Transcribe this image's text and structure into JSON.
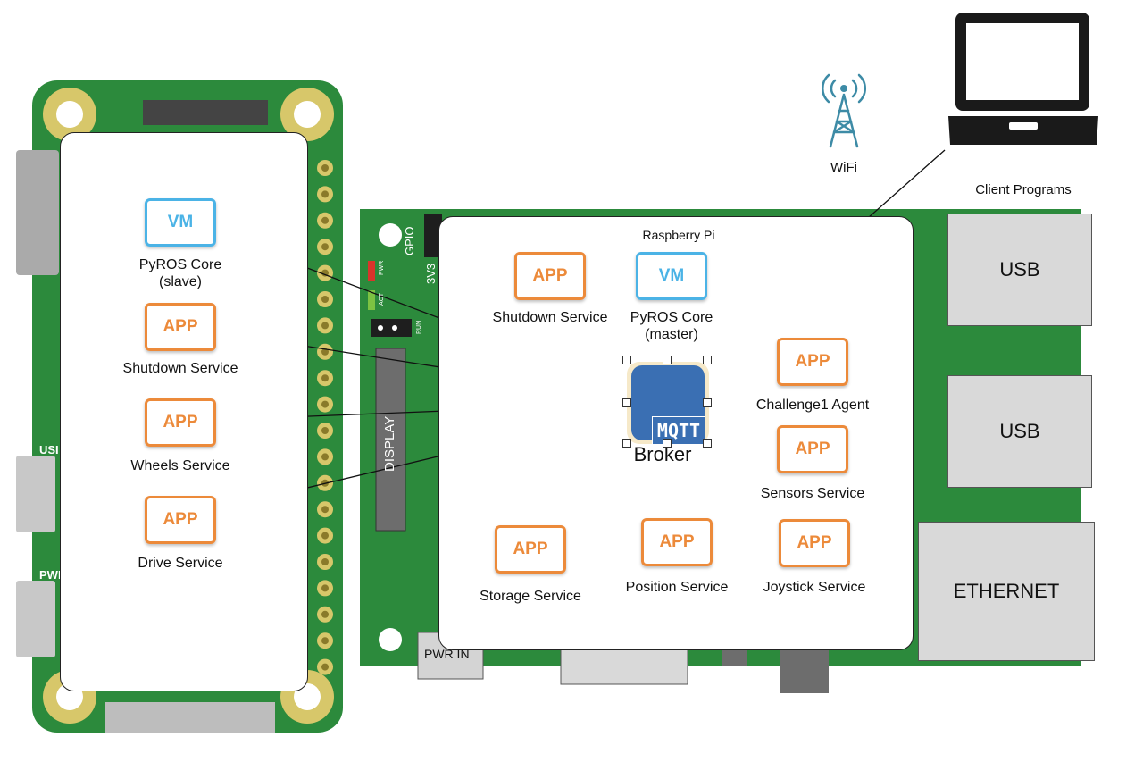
{
  "pi_zero": {
    "nodes": [
      {
        "kind": "vm",
        "badge": "VM",
        "label": [
          "PyROS Core",
          "(slave)"
        ]
      },
      {
        "kind": "app",
        "badge": "APP",
        "label": [
          "Shutdown Service"
        ]
      },
      {
        "kind": "app",
        "badge": "APP",
        "label": [
          "Wheels Service"
        ]
      },
      {
        "kind": "app",
        "badge": "APP",
        "label": [
          "Drive Service"
        ]
      }
    ],
    "edge_labels": {
      "usb": "USI",
      "pwr": "PWI"
    }
  },
  "pi": {
    "title": "Raspberry Pi",
    "board_labels": {
      "gpio": "GPIO",
      "v33": "3V3",
      "pwr": "PWR",
      "act": "ACT",
      "run": "RUN",
      "display": "DISPLAY",
      "pwr_in": "PWR IN"
    },
    "ports": {
      "usb1": "USB",
      "usb2": "USB",
      "ethernet": "ETHERNET"
    },
    "broker": {
      "badge": "MQTT",
      "label": "Broker"
    },
    "nodes": [
      {
        "kind": "app",
        "badge": "APP",
        "label": [
          "Shutdown Service"
        ]
      },
      {
        "kind": "vm",
        "badge": "VM",
        "label": [
          "PyROS Core",
          "(master)"
        ]
      },
      {
        "kind": "app",
        "badge": "APP",
        "label": [
          "Challenge1 Agent"
        ]
      },
      {
        "kind": "app",
        "badge": "APP",
        "label": [
          "Sensors Service"
        ]
      },
      {
        "kind": "app",
        "badge": "APP",
        "label": [
          "Storage Service"
        ]
      },
      {
        "kind": "app",
        "badge": "APP",
        "label": [
          "Position Service"
        ]
      },
      {
        "kind": "app",
        "badge": "APP",
        "label": [
          "Joystick Service"
        ]
      }
    ]
  },
  "wifi": {
    "label": "WiFi"
  },
  "client": {
    "label": "Client Programs"
  },
  "colors": {
    "board_green": "#2c8a3c",
    "app_orange": "#ec8a3a",
    "vm_blue": "#4bb3e6",
    "broker_blue": "#3a6fb3",
    "wifi_teal": "#3d8ba6"
  }
}
